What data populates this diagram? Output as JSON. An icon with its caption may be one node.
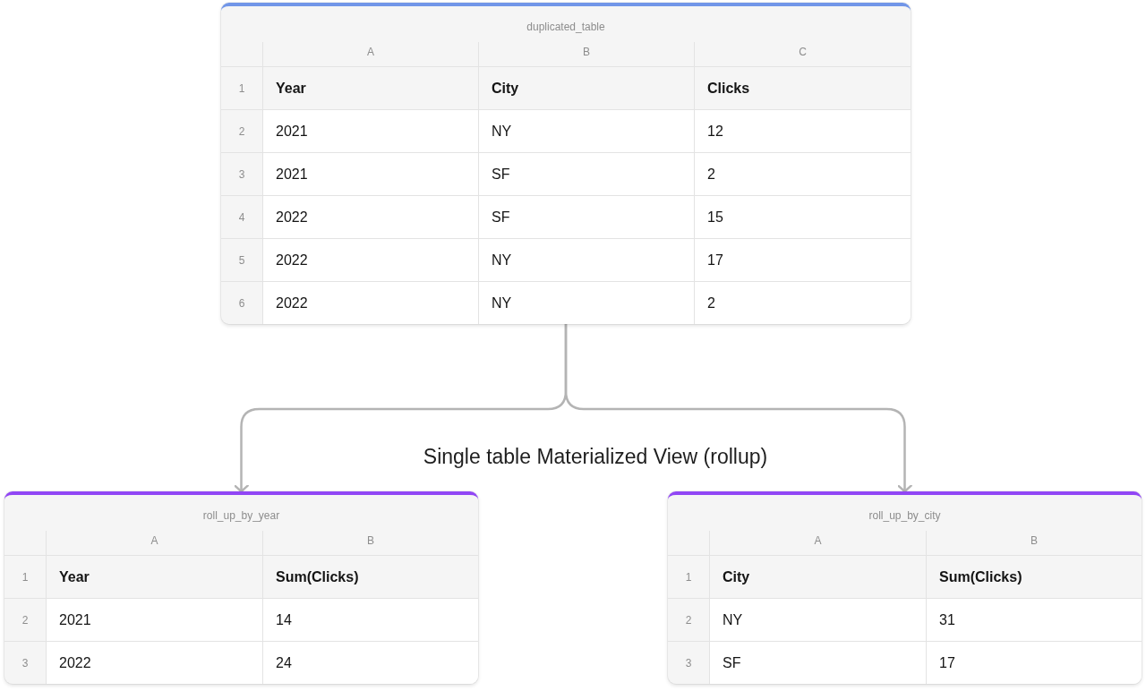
{
  "diagram": {
    "nodes": [
      {
        "text": [
          "duplicated_table",
          "A",
          "B",
          "C",
          "1",
          "Year",
          "City",
          "Clicks",
          "2",
          "2021",
          "NY",
          "12",
          "3",
          "2021",
          "SF",
          "2",
          "4",
          "2022",
          "SF",
          "15",
          "5",
          "2022",
          "NY",
          "17",
          "6",
          "2022",
          "NY",
          "2"
        ]
      },
      {
        "text": [
          "roll_up_by_year",
          "A",
          "B",
          "1",
          "Year",
          "Sum(Clicks)",
          "2",
          "2021",
          "14",
          "3",
          "2022",
          "24"
        ]
      },
      {
        "text": [
          "roll_up_by_city",
          "A",
          "B",
          "1",
          "City",
          "Sum(Clicks)",
          "2",
          "NY",
          "31",
          "3",
          "SF",
          "17"
        ]
      }
    ],
    "edges": [
      {
        "from": 0,
        "to": 1,
        "arrow": "to"
      },
      {
        "from": 0,
        "to": 2,
        "arrow": "to"
      }
    ],
    "labels": [
      "Single table Materialized View (rollup)"
    ]
  }
}
